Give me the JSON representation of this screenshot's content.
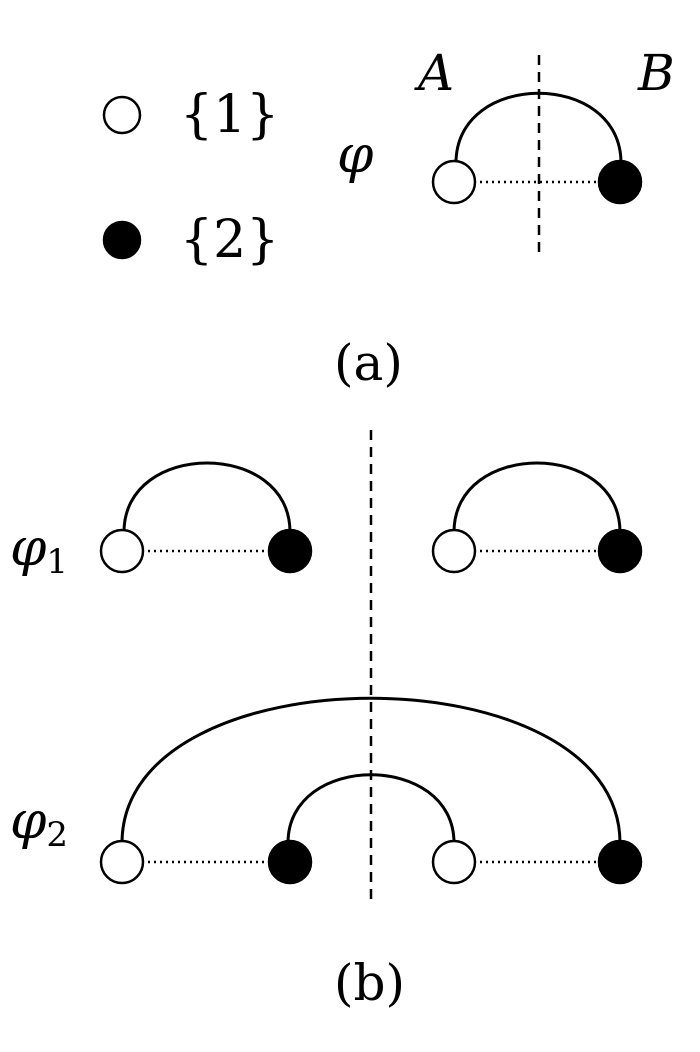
{
  "legend": [
    {
      "marker": "open-circle",
      "set_label": "{1}"
    },
    {
      "marker": "filled-circle",
      "set_label": "{2}"
    }
  ],
  "panel_a": {
    "state_label": "φ",
    "region_a": "A",
    "region_b": "B",
    "caption": "(a)"
  },
  "panel_b": {
    "state_1": {
      "label": "φ",
      "subscript": "1"
    },
    "state_2": {
      "label": "φ",
      "subscript": "2"
    },
    "caption": "(b)"
  },
  "colors": {
    "ink": "#000000",
    "open_fill": "#ffffff"
  }
}
